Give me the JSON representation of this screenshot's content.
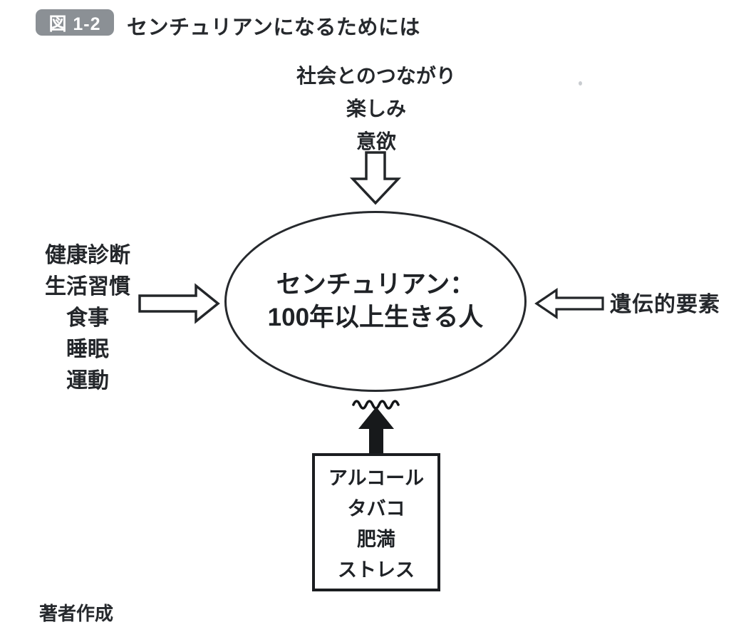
{
  "figure": {
    "badge_label": "図 1-2",
    "title": "センチュリアンになるためには",
    "caption": "著者作成"
  },
  "center_ellipse": {
    "line1": "センチュリアン：",
    "line2": "100年以上生きる人"
  },
  "top_factors": {
    "lines": [
      "社会とのつながり",
      "楽しみ",
      "意欲"
    ]
  },
  "left_factors": {
    "lines": [
      "健康診断",
      "生活習慣",
      "食事",
      "睡眠",
      "運動"
    ]
  },
  "right_factor": {
    "label": "遺伝的要素"
  },
  "negative_factors": {
    "lines": [
      "アルコール",
      "タバコ",
      "肥満",
      "ストレス"
    ]
  },
  "icons": {
    "top_arrow": "down-hollow-arrow",
    "left_arrow": "right-hollow-arrow",
    "right_arrow": "left-hollow-arrow",
    "bottom_arrow": "up-solid-arrow",
    "under_ellipse": "wavy-line"
  },
  "colors": {
    "background": "#ffffff",
    "ink": "#24272b",
    "badge_bg": "#8b9095",
    "badge_text": "#ffffff",
    "solid_arrow": "#17191b"
  }
}
